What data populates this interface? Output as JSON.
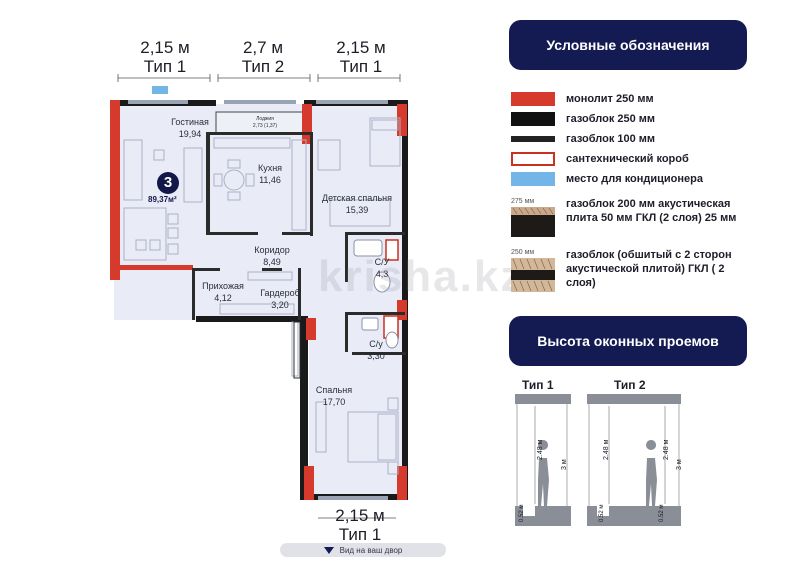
{
  "window_dims": {
    "top": [
      {
        "size": "2,15 м",
        "type": "Тип 1"
      },
      {
        "size": "2,7 м",
        "type": "Тип 2"
      },
      {
        "size": "2,15 м",
        "type": "Тип 1"
      }
    ],
    "bottom": {
      "size": "2,15 м",
      "type": "Тип 1"
    }
  },
  "rooms": {
    "living": {
      "name": "Гостиная",
      "area": "19,94"
    },
    "loggia": {
      "name": "Лоджия",
      "area": "2,73 (1,37)"
    },
    "kitchen": {
      "name": "Кухня",
      "area": "11,46"
    },
    "kids": {
      "name": "Детская спальня",
      "area": "15,39"
    },
    "corridor": {
      "name": "Коридор",
      "area": "8,49"
    },
    "bath1": {
      "name": "С/У",
      "area": "4,3"
    },
    "hall": {
      "name": "Прихожая",
      "area": "4,12"
    },
    "wardrobe": {
      "name": "Гардероб",
      "area": "3,20"
    },
    "bath2": {
      "name": "С/у",
      "area": "3,30"
    },
    "bedroom": {
      "name": "Спальня",
      "area": "17,70"
    }
  },
  "apartment": {
    "rooms_count": "3",
    "total_area": "89,37м²"
  },
  "watermark": "krisha.kz",
  "legend": {
    "title": "Условные обозначения",
    "items": [
      {
        "label": "монолит 250 мм",
        "color": "#d63a2c"
      },
      {
        "label": "газоблок 250 мм",
        "color": "#111111"
      },
      {
        "label": "газоблок 100 мм",
        "color": "#222222"
      },
      {
        "label": "сантехнический короб",
        "color": "#ffffff",
        "border": "#c8321f"
      },
      {
        "label": "место для кондиционера",
        "color": "#73b5e6"
      }
    ],
    "textured": [
      {
        "dim": "275 мм",
        "label": "газоблок 200 мм акустическая плита 50 мм ГКЛ (2 слоя) 25 мм"
      },
      {
        "dim": "250 мм",
        "label": "газоблок (обшитый с 2 сторон акустической плитой) ГКЛ ( 2 слоя)"
      }
    ]
  },
  "window_heights": {
    "title": "Высота оконных проемов",
    "type1": {
      "title": "Тип 1",
      "h1": "2.48 м",
      "h2": "3 м",
      "sill": "0.52 м"
    },
    "type2": {
      "title": "Тип 2",
      "h_left": "2.48 м",
      "h_right": "2.48 м",
      "h2": "3 м",
      "sill_left": "0.52 м",
      "sill_right": "0.52 м"
    }
  },
  "nav": {
    "label": "Вид на ваш двор"
  }
}
